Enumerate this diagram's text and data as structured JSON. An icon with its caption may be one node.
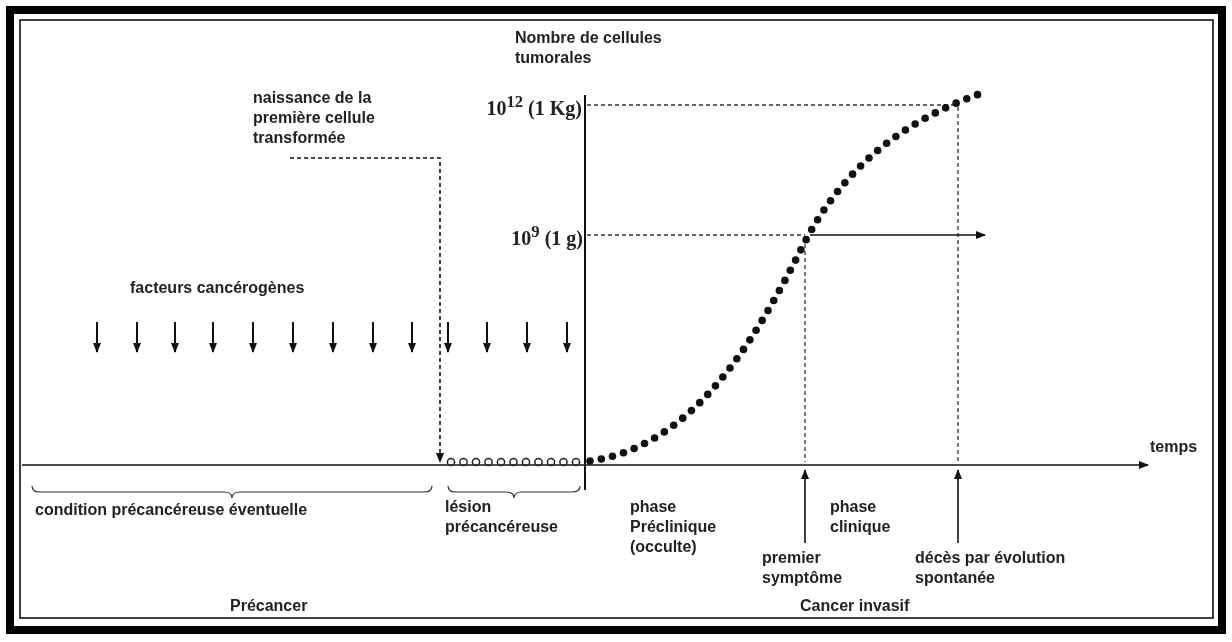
{
  "diagram": {
    "nodes": [
      {
        "text": [
          "naissance de la première cellule transformée"
        ]
      },
      {
        "text": [
          "premier symptôme"
        ]
      },
      {
        "text": [
          "décès par évolution spontanée"
        ]
      }
    ],
    "edges": [
      {
        "from": 0,
        "to": null,
        "arrow": "to",
        "style": "dashed"
      },
      {
        "from": 1,
        "to": null,
        "arrow": "to"
      },
      {
        "from": 2,
        "to": null,
        "arrow": "to"
      }
    ],
    "labels": [
      "Nombre de cellules tumorales",
      "10$^{12}$ (1 Kg)",
      "10$^{9}$ (1 g)",
      "facteurs cancérogènes",
      "temps",
      "condition précancéreuse éventuelle",
      "lésion précancéreuse",
      "phase Préclinique (occulte)",
      "phase clinique",
      "Précancer",
      "Cancer invasif"
    ]
  }
}
